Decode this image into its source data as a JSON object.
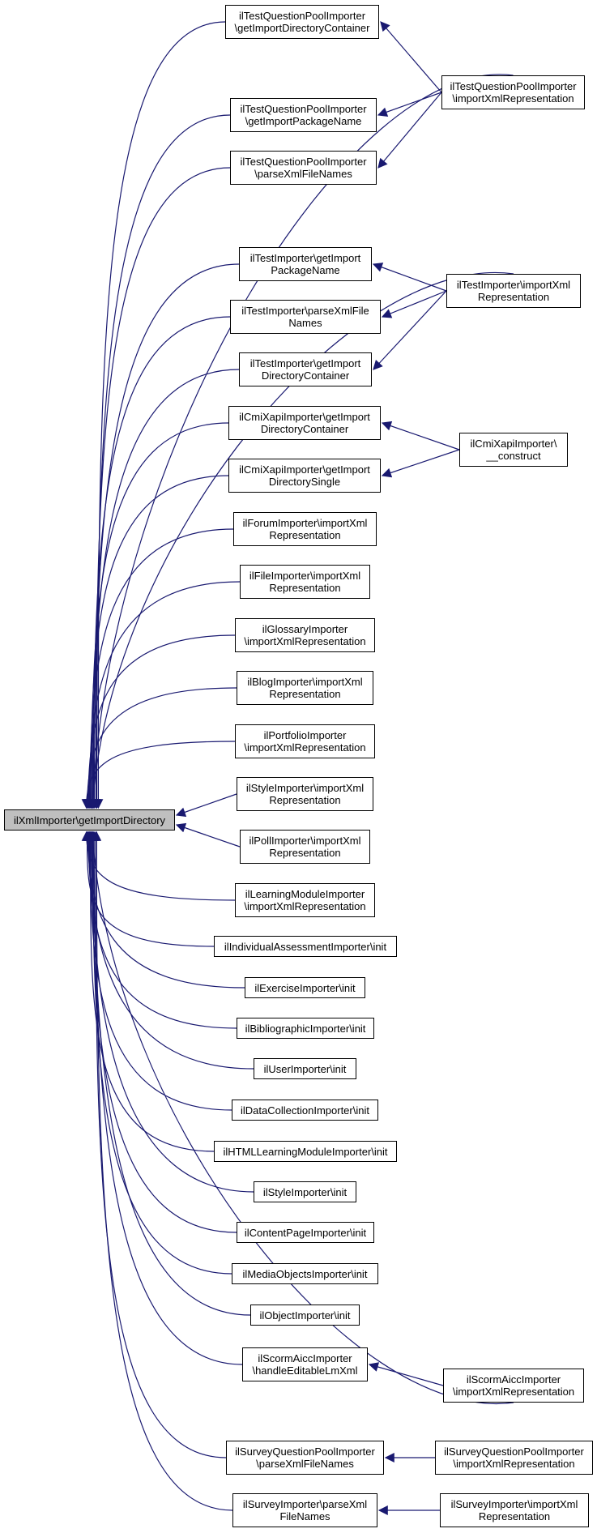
{
  "colors": {
    "edge": "#191970",
    "root_fill": "#bfbfbf",
    "node_fill": "#ffffff",
    "border": "#000000"
  },
  "root": {
    "lines": [
      "ilXmlImporter\\getImportDirectory"
    ]
  },
  "callers": [
    {
      "id": "tqp-dir",
      "lines": [
        "ilTestQuestionPoolImporter",
        "\\getImportDirectoryContainer"
      ]
    },
    {
      "id": "tqp-pkg",
      "lines": [
        "ilTestQuestionPoolImporter",
        "\\getImportPackageName"
      ]
    },
    {
      "id": "tqp-parse",
      "lines": [
        "ilTestQuestionPoolImporter",
        "\\parseXmlFileNames"
      ]
    },
    {
      "id": "test-pkg",
      "lines": [
        "ilTestImporter\\getImport",
        "PackageName"
      ]
    },
    {
      "id": "test-parse",
      "lines": [
        "ilTestImporter\\parseXmlFile",
        "Names"
      ]
    },
    {
      "id": "test-dir",
      "lines": [
        "ilTestImporter\\getImport",
        "DirectoryContainer"
      ]
    },
    {
      "id": "cmi-dir",
      "lines": [
        "ilCmiXapiImporter\\getImport",
        "DirectoryContainer"
      ]
    },
    {
      "id": "cmi-single",
      "lines": [
        "ilCmiXapiImporter\\getImport",
        "DirectorySingle"
      ]
    },
    {
      "id": "forum",
      "lines": [
        "ilForumImporter\\importXml",
        "Representation"
      ]
    },
    {
      "id": "file",
      "lines": [
        "ilFileImporter\\importXml",
        "Representation"
      ]
    },
    {
      "id": "glossary",
      "lines": [
        "ilGlossaryImporter",
        "\\importXmlRepresentation"
      ]
    },
    {
      "id": "blog",
      "lines": [
        "ilBlogImporter\\importXml",
        "Representation"
      ]
    },
    {
      "id": "portfolio",
      "lines": [
        "ilPortfolioImporter",
        "\\importXmlRepresentation"
      ]
    },
    {
      "id": "style-xml",
      "lines": [
        "ilStyleImporter\\importXml",
        "Representation"
      ]
    },
    {
      "id": "poll",
      "lines": [
        "ilPollImporter\\importXml",
        "Representation"
      ]
    },
    {
      "id": "lm",
      "lines": [
        "ilLearningModuleImporter",
        "\\importXmlRepresentation"
      ]
    },
    {
      "id": "indiv",
      "lines": [
        "ilIndividualAssessmentImporter\\init"
      ]
    },
    {
      "id": "exercise",
      "lines": [
        "ilExerciseImporter\\init"
      ]
    },
    {
      "id": "biblio",
      "lines": [
        "ilBibliographicImporter\\init"
      ]
    },
    {
      "id": "user",
      "lines": [
        "ilUserImporter\\init"
      ]
    },
    {
      "id": "datacoll",
      "lines": [
        "ilDataCollectionImporter\\init"
      ]
    },
    {
      "id": "htlm",
      "lines": [
        "ilHTMLLearningModuleImporter\\init"
      ]
    },
    {
      "id": "style-init",
      "lines": [
        "ilStyleImporter\\init"
      ]
    },
    {
      "id": "contentpage",
      "lines": [
        "ilContentPageImporter\\init"
      ]
    },
    {
      "id": "mediaobj",
      "lines": [
        "ilMediaObjectsImporter\\init"
      ]
    },
    {
      "id": "object",
      "lines": [
        "ilObjectImporter\\init"
      ]
    },
    {
      "id": "scorm-edit",
      "lines": [
        "ilScormAiccImporter",
        "\\handleEditableLmXml"
      ]
    },
    {
      "id": "sqp-parse",
      "lines": [
        "ilSurveyQuestionPoolImporter",
        "\\parseXmlFileNames"
      ]
    },
    {
      "id": "survey-parse",
      "lines": [
        "ilSurveyImporter\\parseXml",
        "FileNames"
      ]
    }
  ],
  "upstream": [
    {
      "id": "tqp-import",
      "lines": [
        "ilTestQuestionPoolImporter",
        "\\importXmlRepresentation"
      ]
    },
    {
      "id": "test-import",
      "lines": [
        "ilTestImporter\\importXml",
        "Representation"
      ]
    },
    {
      "id": "cmi-construct",
      "lines": [
        "ilCmiXapiImporter\\",
        "__construct"
      ]
    },
    {
      "id": "scorm-import",
      "lines": [
        "ilScormAiccImporter",
        "\\importXmlRepresentation"
      ]
    },
    {
      "id": "sqp-import",
      "lines": [
        "ilSurveyQuestionPoolImporter",
        "\\importXmlRepresentation"
      ]
    },
    {
      "id": "survey-import",
      "lines": [
        "ilSurveyImporter\\importXml",
        "Representation"
      ]
    }
  ],
  "edges": [
    [
      "tqp-import",
      "tqp-dir"
    ],
    [
      "tqp-import",
      "tqp-pkg"
    ],
    [
      "tqp-import",
      "tqp-parse"
    ],
    [
      "tqp-import",
      "root"
    ],
    [
      "test-import",
      "test-pkg"
    ],
    [
      "test-import",
      "test-parse"
    ],
    [
      "test-import",
      "test-dir"
    ],
    [
      "test-import",
      "root"
    ],
    [
      "cmi-construct",
      "cmi-dir"
    ],
    [
      "cmi-construct",
      "cmi-single"
    ],
    [
      "scorm-import",
      "scorm-edit"
    ],
    [
      "scorm-import",
      "root"
    ],
    [
      "sqp-import",
      "sqp-parse"
    ],
    [
      "survey-import",
      "survey-parse"
    ]
  ]
}
